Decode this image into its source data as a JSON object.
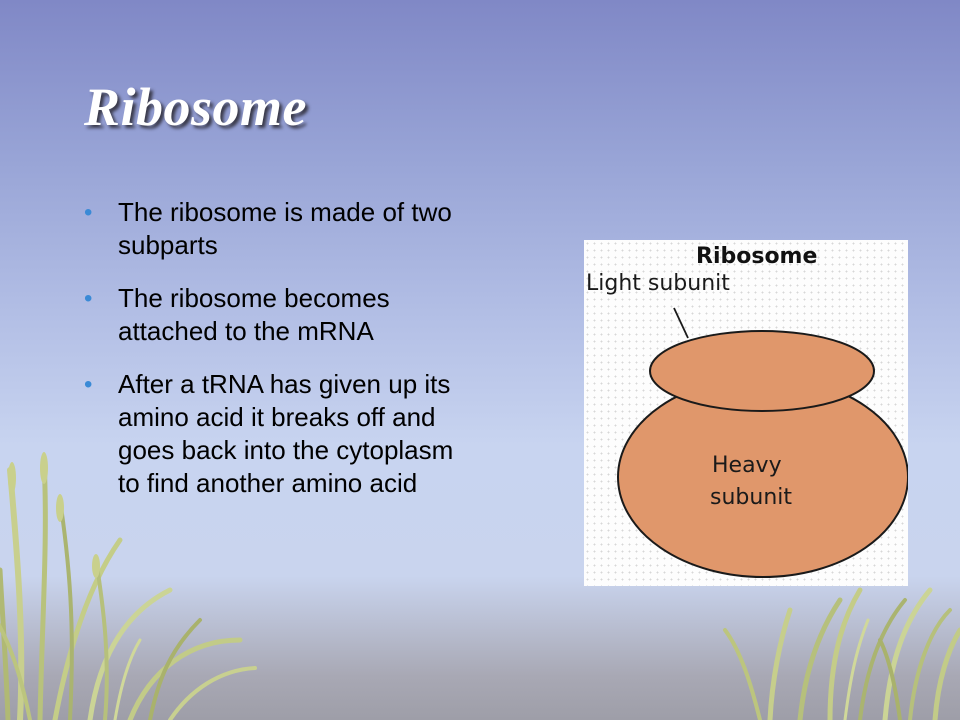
{
  "slide": {
    "title": "Ribosome",
    "bullets": [
      "The ribosome is made of two subparts",
      "The ribosome becomes attached to the mRNA",
      "After a tRNA has given up its amino acid it breaks off and goes back into the cytoplasm to find another amino acid"
    ],
    "bullet_marker": "•"
  },
  "figure": {
    "title": "Ribosome",
    "light_label": "Light subunit",
    "heavy_label_line1": "Heavy",
    "heavy_label_line2": "subunit",
    "colors": {
      "subunit_fill": "#e0976b",
      "outline": "#1a1a1a"
    }
  },
  "colors": {
    "title_text": "#ffffff",
    "bullet_marker": "#3a8ad6",
    "body_text": "#000000"
  }
}
